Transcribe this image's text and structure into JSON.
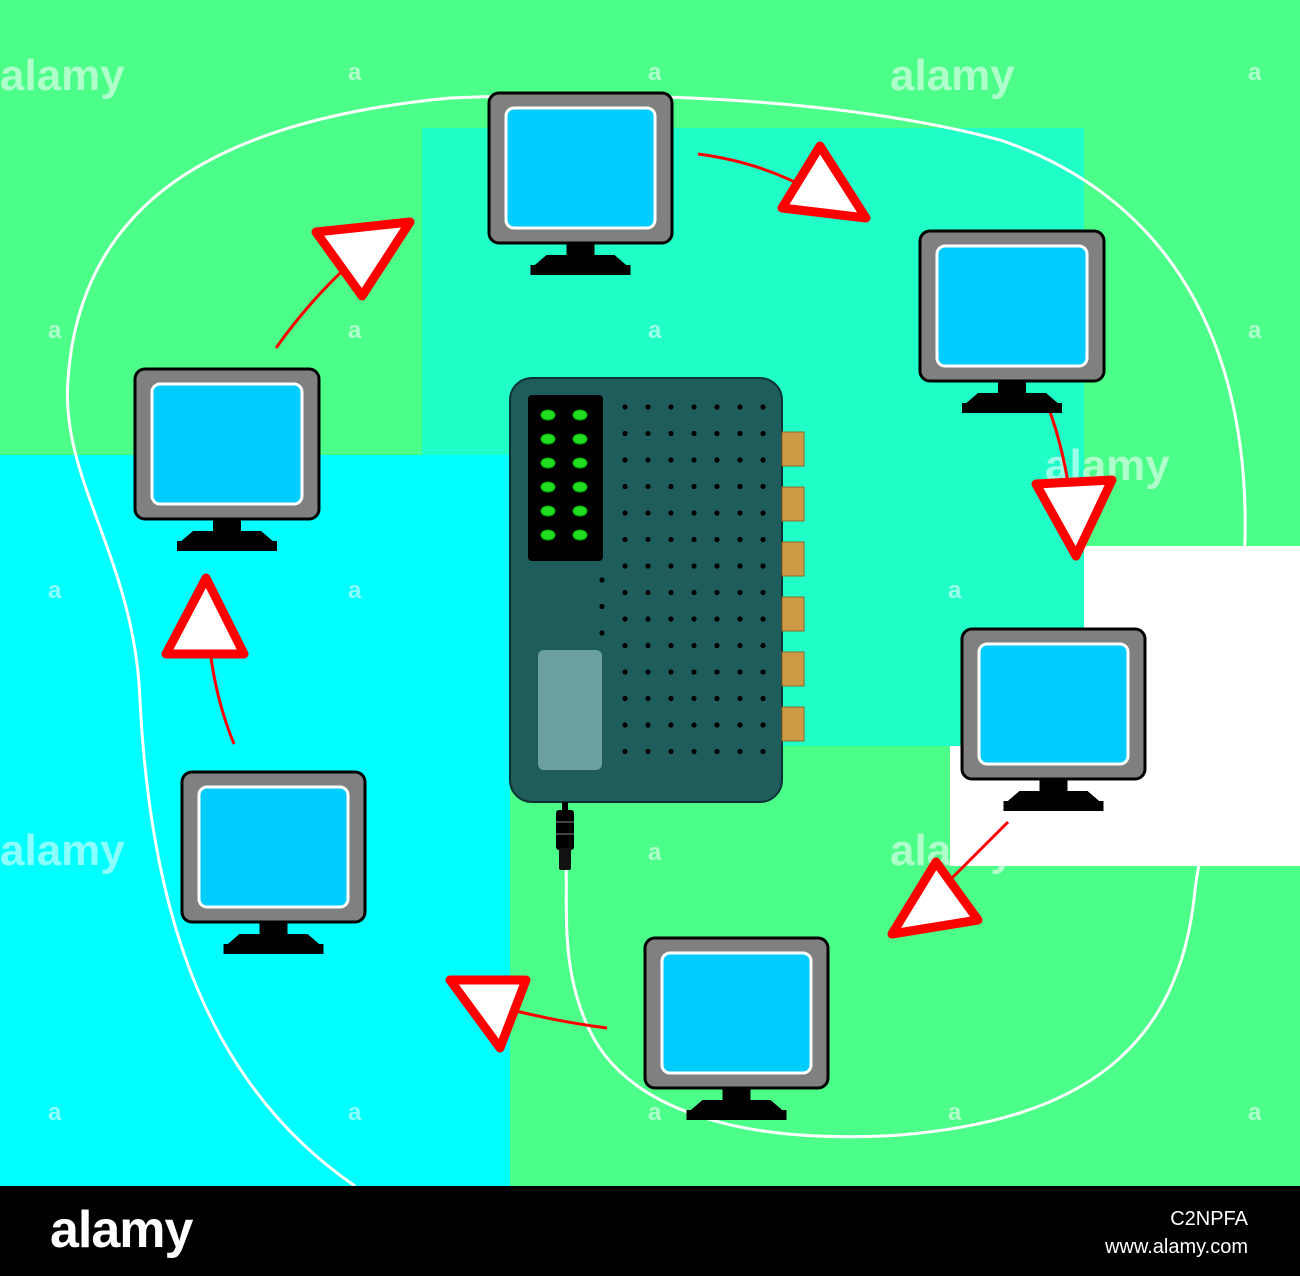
{
  "colors": {
    "green": "#4cff88",
    "aqua": "#20ffc8",
    "cyan": "#00ffff",
    "white": "#ffffff",
    "screen": "#00ccff",
    "bezel": "#808080",
    "router": "#1f5c5c",
    "led": "#22dd22",
    "port": "#cc9944",
    "arrow": "#ff0000",
    "ring": "#ffffff"
  },
  "watermark": {
    "word": "alamy",
    "small_mark": "a"
  },
  "diagram": {
    "nodes": [
      {
        "id": "computer-top",
        "icon": "monitor-icon"
      },
      {
        "id": "computer-upper-right",
        "icon": "monitor-icon"
      },
      {
        "id": "computer-lower-right",
        "icon": "monitor-icon"
      },
      {
        "id": "computer-bottom",
        "icon": "monitor-icon"
      },
      {
        "id": "computer-lower-left",
        "icon": "monitor-icon"
      },
      {
        "id": "computer-upper-left",
        "icon": "monitor-icon"
      },
      {
        "id": "network-hub",
        "icon": "router-icon"
      }
    ],
    "edges": [
      {
        "from": "computer-top",
        "to": "computer-upper-right"
      },
      {
        "from": "computer-upper-right",
        "to": "computer-lower-right"
      },
      {
        "from": "computer-lower-right",
        "to": "computer-bottom"
      },
      {
        "from": "computer-bottom",
        "to": "computer-lower-left"
      },
      {
        "from": "computer-lower-left",
        "to": "computer-upper-left"
      },
      {
        "from": "computer-upper-left",
        "to": "computer-top"
      }
    ]
  },
  "footer": {
    "logo": "alamy",
    "image_id": "C2NPFA",
    "url": "www.alamy.com"
  }
}
